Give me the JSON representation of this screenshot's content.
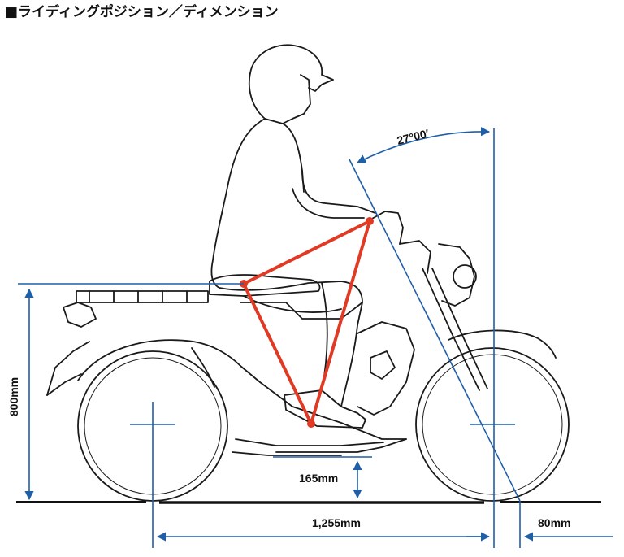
{
  "title": "■ライディングポジション／ディメンション",
  "dimensions": {
    "seat_height": "800mm",
    "ground_clearance": "165mm",
    "wheelbase": "1,255mm",
    "trail": "80mm",
    "caster_angle": "27°00′"
  },
  "colors": {
    "dimension_line": "#1f5fa8",
    "triangle": "#e03a24",
    "outline": "#1a1a1a"
  }
}
